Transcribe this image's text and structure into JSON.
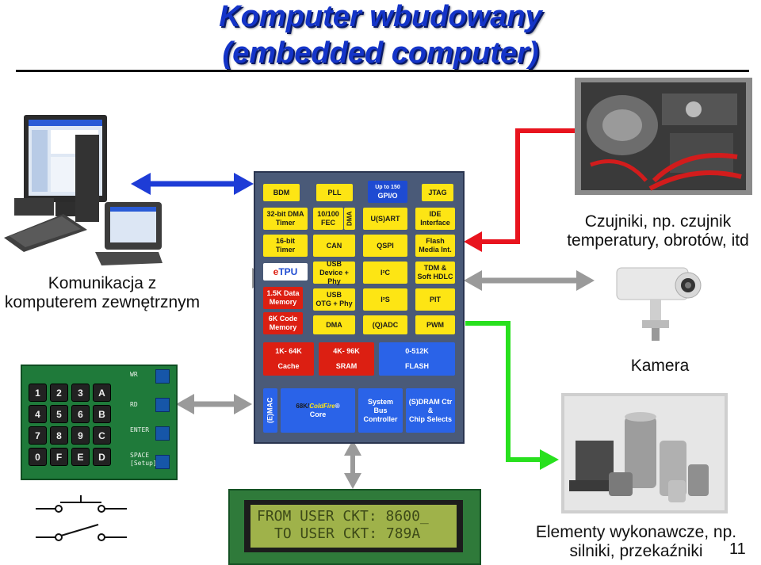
{
  "title": {
    "line1": "Komputer wbudowany",
    "line2": "(embedded computer)"
  },
  "captions": {
    "sensors_line1": "Czujniki, np. czujnik",
    "sensors_line2": "temperatury, obrotów, itd",
    "comm_line1": "Komunikacja z",
    "comm_line2": "komputerem zewnętrznym",
    "camera": "Kamera",
    "actuators_line1": "Elementy wykonawcze, np.",
    "actuators_line2": "silniki, przekaźniki"
  },
  "slide_number": "11",
  "chip": {
    "row1": [
      "BDM",
      "PLL",
      "Up to 150",
      "GPI/O",
      "JTAG"
    ],
    "row2": [
      "32-bit DMA",
      "Timer",
      "10/100",
      "FEC",
      "DMA",
      "U(S)ART",
      "IDE",
      "Interface"
    ],
    "row3": [
      "16-bit",
      "Timer",
      "CAN",
      "QSPI",
      "Flash",
      "Media Int."
    ],
    "row4": [
      "e",
      "TPU",
      "USB",
      "Device + Phy",
      "I²C",
      "TDM &",
      "Soft HDLC"
    ],
    "row5": [
      "1.5K Data",
      "Memory",
      "USB",
      "OTG + Phy",
      "I²S",
      "PIT"
    ],
    "row6": [
      "6K Code",
      "Memory",
      "DMA",
      "(Q)ADC",
      "PWM"
    ],
    "row7": [
      "1K- 64K",
      "Cache",
      "4K- 96K",
      "SRAM",
      "0-512K",
      "FLASH"
    ],
    "row8": [
      "(E)MAC",
      "68K/",
      "ColdFire",
      "®",
      "Core",
      "System",
      "Bus",
      "Controller",
      "(S)DRAM Ctr",
      "&",
      "Chip Selects"
    ]
  },
  "keypad": {
    "keys": [
      "1",
      "2",
      "3",
      "A",
      "4",
      "5",
      "6",
      "B",
      "7",
      "8",
      "9",
      "C",
      "0",
      "F",
      "E",
      "D"
    ],
    "side_labels": [
      "WR",
      "RD",
      "ENTER",
      "SPACE",
      "[Setup]"
    ]
  },
  "lcd": {
    "line1": "FROM USER CKT: 8600_",
    "line2": "TO USER CKT: 789A"
  },
  "colors": {
    "title": "#1434c8",
    "arrow_blue": "#1e3cd6",
    "arrow_red": "#e8141e",
    "arrow_green": "#28e01e",
    "arrow_gray": "#9a9a9a"
  }
}
